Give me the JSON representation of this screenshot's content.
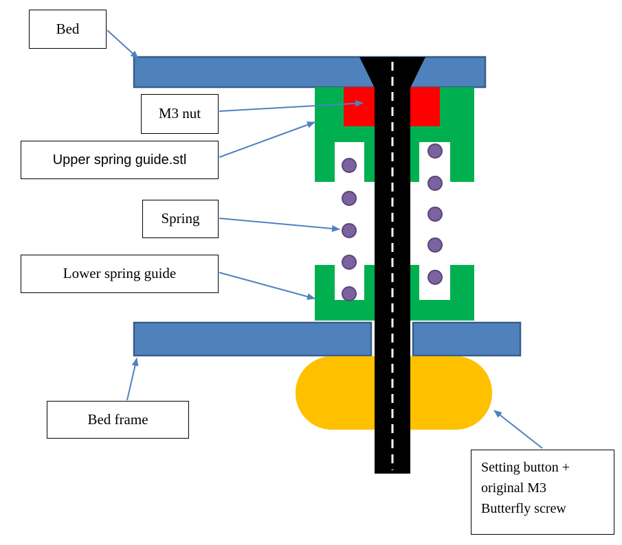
{
  "labels": {
    "bed": "Bed",
    "m3_nut": "M3 nut",
    "upper_spring_guide": "Upper spring guide.stl",
    "spring": "Spring",
    "lower_spring_guide": "Lower spring guide",
    "bed_frame": "Bed frame",
    "setting_button_line1": "Setting button +",
    "setting_button_line2": "original M3",
    "setting_button_line3": "Butterfly screw"
  },
  "colors": {
    "bed_blue": "#4f81bd",
    "blue_border": "#385d8a",
    "guide_green": "#00b050",
    "nut_red": "#ff0000",
    "button_yellow": "#ffc000",
    "spring_purple": "#7d62a0",
    "spring_border": "#5a4478",
    "screw_black": "#000000",
    "arrow_blue": "#4f81bd",
    "background": "#ffffff"
  }
}
